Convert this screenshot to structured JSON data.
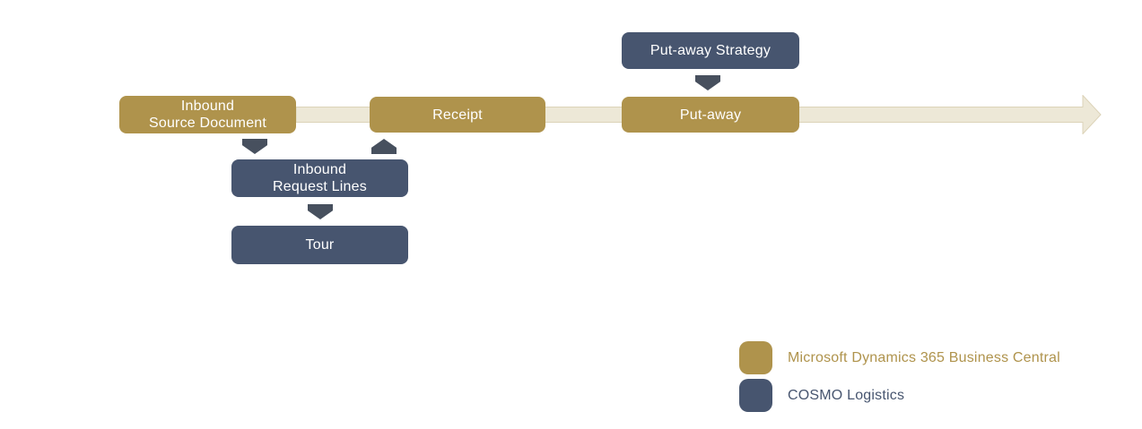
{
  "palette": {
    "gold": "#AF934C",
    "blue": "#47556F",
    "chevron": "#47505E",
    "timeline_fill": "#EDE8D7",
    "timeline_stroke": "#DCD3B8",
    "node_text": "#FFFFFF"
  },
  "nodes": {
    "inbound_source_document": {
      "label": "Inbound\nSource Document"
    },
    "receipt": {
      "label": "Receipt"
    },
    "put_away": {
      "label": "Put-away"
    },
    "put_away_strategy": {
      "label": "Put-away Strategy"
    },
    "inbound_request_lines": {
      "label": "Inbound\nRequest Lines"
    },
    "tour": {
      "label": "Tour"
    }
  },
  "legend": {
    "items": [
      {
        "label": "Microsoft Dynamics 365 Business Central",
        "color": "#AF934C"
      },
      {
        "label": "COSMO Logistics",
        "color": "#47556F"
      }
    ]
  }
}
